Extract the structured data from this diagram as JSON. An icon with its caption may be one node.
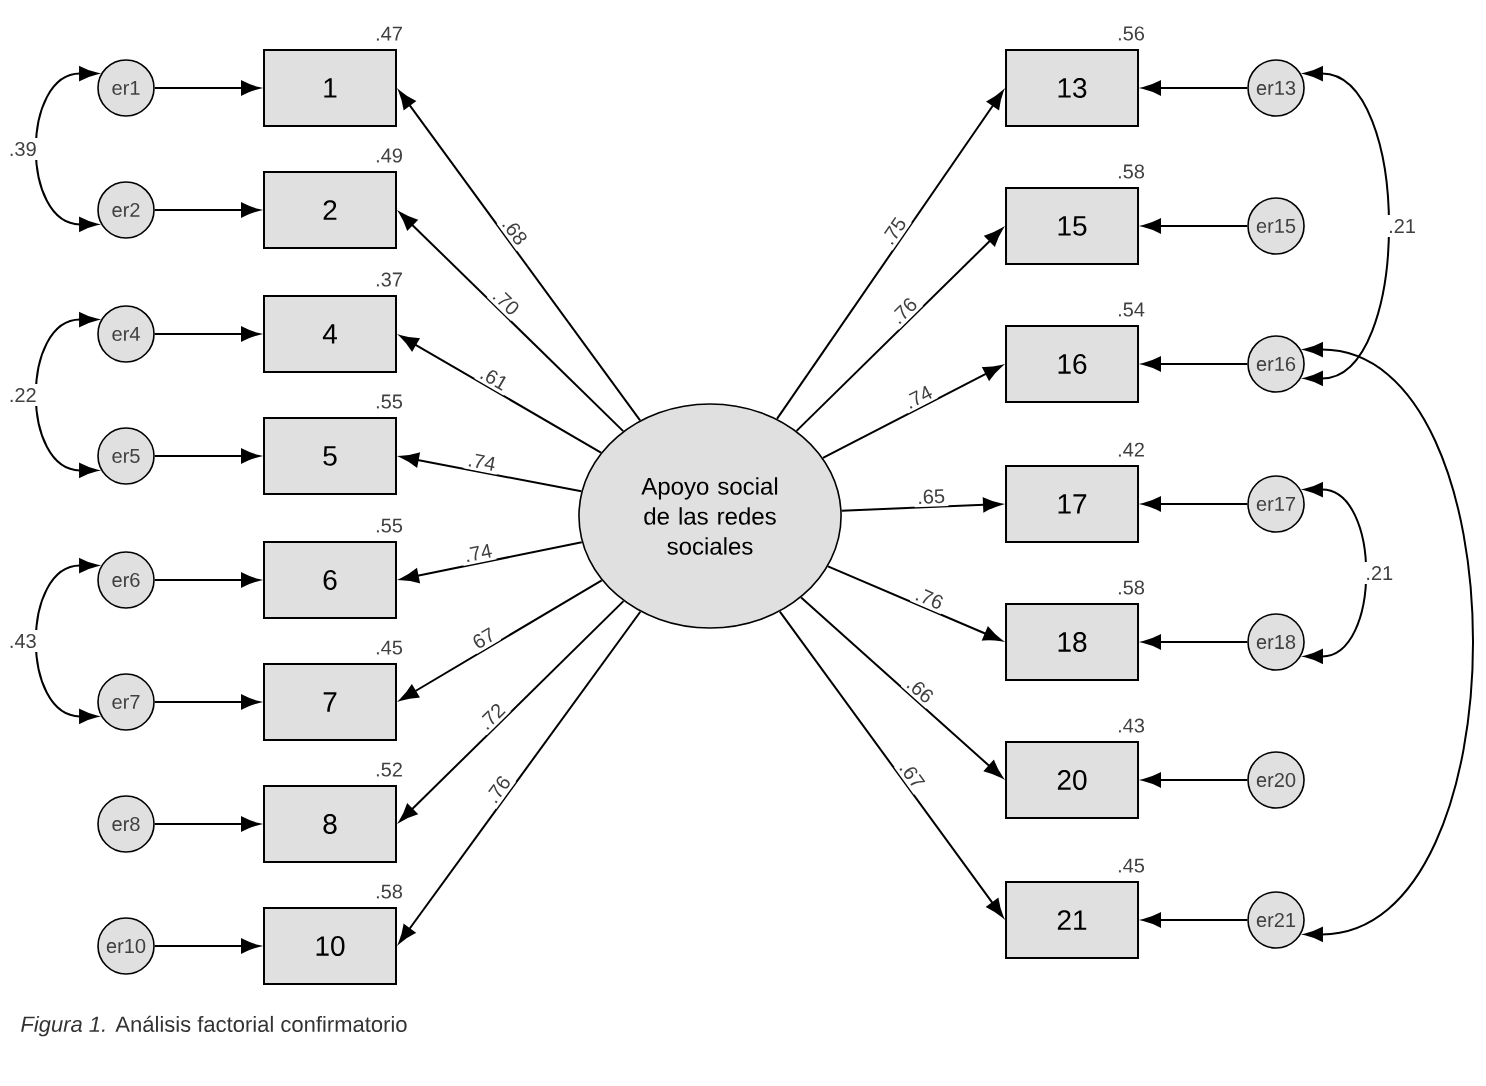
{
  "diagram": {
    "caption": "*Figura 1.* Análisis factorial confirmatorio",
    "nodes": [
      {
        "text": [
          "Apoyo social de las redes sociales"
        ]
      },
      {
        "text": [
          "1"
        ],
        "beside": [
          ".47"
        ]
      },
      {
        "text": [
          "2"
        ],
        "beside": [
          ".49"
        ]
      },
      {
        "text": [
          "4"
        ],
        "beside": [
          ".37"
        ]
      },
      {
        "text": [
          "5"
        ],
        "beside": [
          ".55"
        ]
      },
      {
        "text": [
          "6"
        ],
        "beside": [
          ".55"
        ]
      },
      {
        "text": [
          "7"
        ],
        "beside": [
          ".45"
        ]
      },
      {
        "text": [
          "8"
        ],
        "beside": [
          ".52"
        ]
      },
      {
        "text": [
          "10"
        ],
        "beside": [
          ".58"
        ]
      },
      {
        "text": [
          "er1"
        ]
      },
      {
        "text": [
          "er2"
        ]
      },
      {
        "text": [
          "er4"
        ]
      },
      {
        "text": [
          "er5"
        ]
      },
      {
        "text": [
          "er6"
        ]
      },
      {
        "text": [
          "er7"
        ]
      },
      {
        "text": [
          "er8"
        ]
      },
      {
        "text": [
          "er10"
        ]
      },
      {
        "text": [
          "13"
        ],
        "beside": [
          ".56"
        ]
      },
      {
        "text": [
          "15"
        ],
        "beside": [
          ".58"
        ]
      },
      {
        "text": [
          "16"
        ],
        "beside": [
          ".54"
        ]
      },
      {
        "text": [
          "17"
        ],
        "beside": [
          ".42"
        ]
      },
      {
        "text": [
          "18"
        ],
        "beside": [
          ".58"
        ]
      },
      {
        "text": [
          "20"
        ],
        "beside": [
          ".43"
        ]
      },
      {
        "text": [
          "21"
        ],
        "beside": [
          ".45"
        ]
      },
      {
        "text": [
          "er13"
        ]
      },
      {
        "text": [
          "er15"
        ]
      },
      {
        "text": [
          "er16"
        ]
      },
      {
        "text": [
          "er17"
        ]
      },
      {
        "text": [
          "er18"
        ]
      },
      {
        "text": [
          "er20"
        ]
      },
      {
        "text": [
          "er21"
        ]
      }
    ],
    "edges": [
      {
        "from": 0,
        "to": 1,
        "arrow": "to",
        "label": ".68"
      },
      {
        "from": 0,
        "to": 2,
        "arrow": "to",
        "label": ".70"
      },
      {
        "from": 0,
        "to": 3,
        "arrow": "to",
        "label": ".61"
      },
      {
        "from": 0,
        "to": 4,
        "arrow": "to",
        "label": ".74"
      },
      {
        "from": 0,
        "to": 5,
        "arrow": "to",
        "label": ".74"
      },
      {
        "from": 0,
        "to": 6,
        "arrow": "to",
        "label": "67"
      },
      {
        "from": 0,
        "to": 7,
        "arrow": "to",
        "label": ".72"
      },
      {
        "from": 0,
        "to": 8,
        "arrow": "to",
        "label": ".76"
      },
      {
        "from": 0,
        "to": 17,
        "arrow": "to",
        "label": ".75"
      },
      {
        "from": 0,
        "to": 18,
        "arrow": "to",
        "label": ".76"
      },
      {
        "from": 0,
        "to": 19,
        "arrow": "to",
        "label": ".74"
      },
      {
        "from": 0,
        "to": 20,
        "arrow": "to",
        "label": ".65"
      },
      {
        "from": 0,
        "to": 21,
        "arrow": "to",
        "label": ".76"
      },
      {
        "from": 0,
        "to": 22,
        "arrow": "to",
        "label": ".66"
      },
      {
        "from": 0,
        "to": 23,
        "arrow": "to",
        "label": ".67"
      },
      {
        "from": 9,
        "to": 1,
        "arrow": "to"
      },
      {
        "from": 10,
        "to": 2,
        "arrow": "to"
      },
      {
        "from": 11,
        "to": 3,
        "arrow": "to"
      },
      {
        "from": 12,
        "to": 4,
        "arrow": "to"
      },
      {
        "from": 13,
        "to": 5,
        "arrow": "to"
      },
      {
        "from": 14,
        "to": 6,
        "arrow": "to"
      },
      {
        "from": 15,
        "to": 7,
        "arrow": "to"
      },
      {
        "from": 16,
        "to": 8,
        "arrow": "to"
      },
      {
        "from": 24,
        "to": 17,
        "arrow": "to"
      },
      {
        "from": 25,
        "to": 18,
        "arrow": "to"
      },
      {
        "from": 26,
        "to": 19,
        "arrow": "to"
      },
      {
        "from": 27,
        "to": 20,
        "arrow": "to"
      },
      {
        "from": 28,
        "to": 21,
        "arrow": "to"
      },
      {
        "from": 29,
        "to": 22,
        "arrow": "to"
      },
      {
        "from": 30,
        "to": 23,
        "arrow": "to"
      },
      {
        "from": 9,
        "to": 10,
        "arrow": "both",
        "label": ".39"
      },
      {
        "from": 11,
        "to": 12,
        "arrow": "both",
        "label": ".22"
      },
      {
        "from": 13,
        "to": 14,
        "arrow": "both",
        "label": ".43"
      },
      {
        "from": 24,
        "to": 26,
        "arrow": "both",
        "label": ".21"
      },
      {
        "from": 27,
        "to": 28,
        "arrow": "both",
        "label": ".21"
      },
      {
        "from": 26,
        "to": 30,
        "arrow": "both"
      }
    ]
  }
}
